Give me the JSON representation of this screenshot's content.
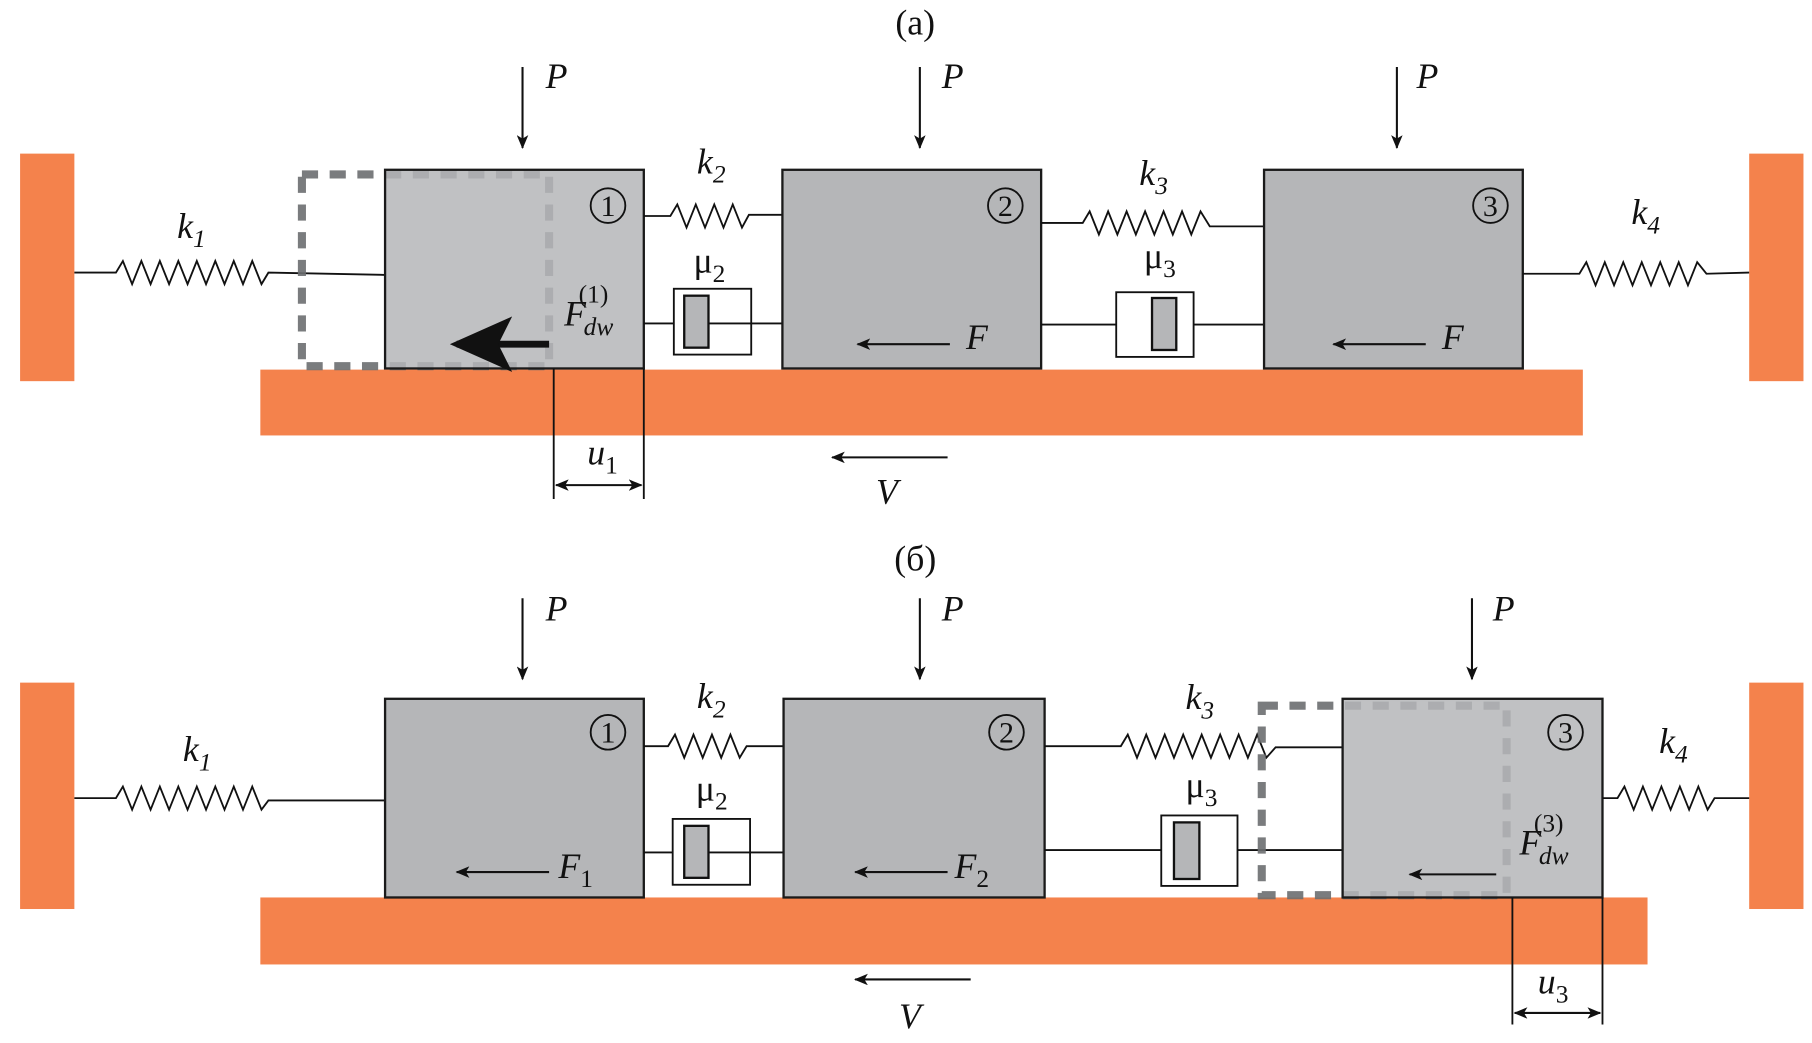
{
  "panels": [
    {
      "label": "(a)",
      "blocks": [
        {
          "num": "1"
        },
        {
          "num": "2"
        },
        {
          "num": "3"
        }
      ],
      "load_label": "P",
      "springs": [
        {
          "k": "k",
          "sub": "1"
        },
        {
          "k": "k",
          "sub": "2"
        },
        {
          "k": "k",
          "sub": "3"
        },
        {
          "k": "k",
          "sub": "4"
        }
      ],
      "dampers": [
        {
          "mu": "μ",
          "sub": "2"
        },
        {
          "mu": "μ",
          "sub": "3"
        }
      ],
      "forces": [
        {
          "name": "F",
          "sub": "dw",
          "sup": "(1)"
        },
        {
          "name": "F",
          "sub": "",
          "sup": ""
        },
        {
          "name": "F",
          "sub": "",
          "sup": ""
        }
      ],
      "displacement": {
        "name": "u",
        "sub": "1"
      },
      "velocity": "V"
    },
    {
      "label": "(б)",
      "blocks": [
        {
          "num": "1"
        },
        {
          "num": "2"
        },
        {
          "num": "3"
        }
      ],
      "load_label": "P",
      "springs": [
        {
          "k": "k",
          "sub": "1"
        },
        {
          "k": "k",
          "sub": "2"
        },
        {
          "k": "k",
          "sub": "3"
        },
        {
          "k": "k",
          "sub": "4"
        }
      ],
      "dampers": [
        {
          "mu": "μ",
          "sub": "2"
        },
        {
          "mu": "μ",
          "sub": "3"
        }
      ],
      "forces": [
        {
          "name": "F",
          "sub": "1",
          "sup": ""
        },
        {
          "name": "F",
          "sub": "2",
          "sup": ""
        },
        {
          "name": "F",
          "sub": "dw",
          "sup": "(3)"
        }
      ],
      "displacement": {
        "name": "u",
        "sub": "3"
      },
      "velocity": "V"
    }
  ],
  "colors": {
    "ground": "#f4824c",
    "block": "#b5b6b8",
    "ghost": "#6b6e70"
  }
}
